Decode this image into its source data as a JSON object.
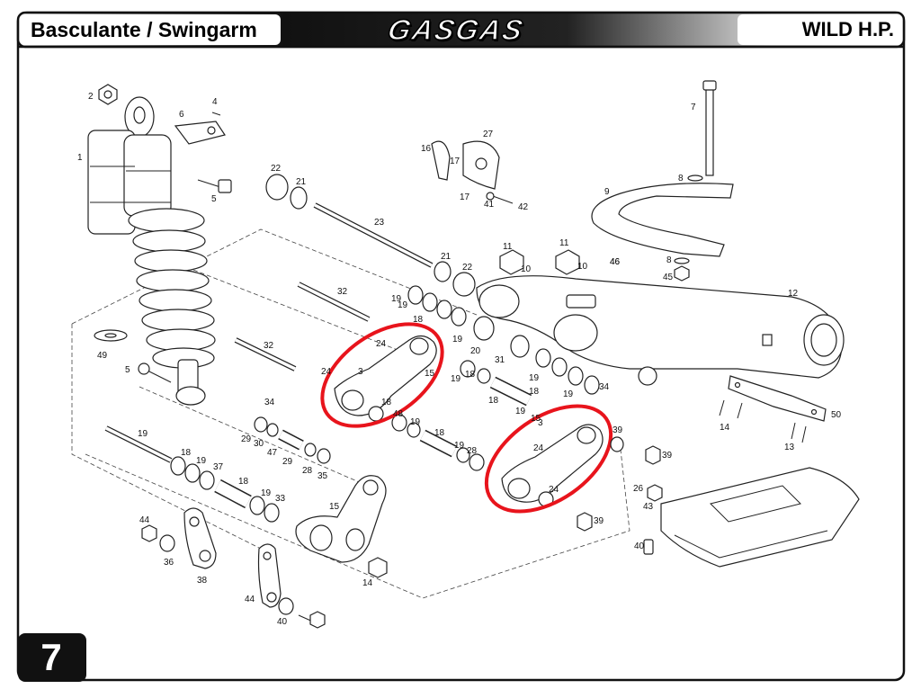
{
  "header": {
    "section_title": "Basculante / Swingarm",
    "brand_logo_text": "GASGAS",
    "model": "WILD H.P."
  },
  "page_number": "7",
  "highlight_color": "#e8141c",
  "labels": [
    {
      "id": "l1",
      "text": "1"
    },
    {
      "id": "l2",
      "text": "2"
    },
    {
      "id": "l4",
      "text": "4"
    },
    {
      "id": "l6",
      "text": "6"
    },
    {
      "id": "l5a",
      "text": "5"
    },
    {
      "id": "l22a",
      "text": "22"
    },
    {
      "id": "l21a",
      "text": "21"
    },
    {
      "id": "l23",
      "text": "23"
    },
    {
      "id": "l16",
      "text": "16"
    },
    {
      "id": "l17a",
      "text": "17"
    },
    {
      "id": "l27",
      "text": "27"
    },
    {
      "id": "l17b",
      "text": "17"
    },
    {
      "id": "l41",
      "text": "41"
    },
    {
      "id": "l42",
      "text": "42"
    },
    {
      "id": "l7",
      "text": "7"
    },
    {
      "id": "l8a",
      "text": "8"
    },
    {
      "id": "l9",
      "text": "9"
    },
    {
      "id": "l46a",
      "text": "46"
    },
    {
      "id": "l21b",
      "text": "21"
    },
    {
      "id": "l22b",
      "text": "22"
    },
    {
      "id": "l11a",
      "text": "11"
    },
    {
      "id": "l10a",
      "text": "10"
    },
    {
      "id": "l11b",
      "text": "11"
    },
    {
      "id": "l10b",
      "text": "10"
    },
    {
      "id": "l46b",
      "text": "46"
    },
    {
      "id": "l8b",
      "text": "8"
    },
    {
      "id": "l45",
      "text": "45"
    },
    {
      "id": "l12",
      "text": "12"
    },
    {
      "id": "l32a",
      "text": "32"
    },
    {
      "id": "l19a",
      "text": "19"
    },
    {
      "id": "l18a",
      "text": "18"
    },
    {
      "id": "l19b",
      "text": "19"
    },
    {
      "id": "l49",
      "text": "49"
    },
    {
      "id": "l32b",
      "text": "32"
    },
    {
      "id": "l24a",
      "text": "24"
    },
    {
      "id": "l3a",
      "text": "3"
    },
    {
      "id": "l15a",
      "text": "15"
    },
    {
      "id": "l20",
      "text": "20"
    },
    {
      "id": "l19c",
      "text": "19"
    },
    {
      "id": "l31",
      "text": "31"
    },
    {
      "id": "l5b",
      "text": "5"
    },
    {
      "id": "l24b",
      "text": "24"
    },
    {
      "id": "l19d",
      "text": "19"
    },
    {
      "id": "l18b",
      "text": "18"
    },
    {
      "id": "l19e",
      "text": "19"
    },
    {
      "id": "l18c",
      "text": "18"
    },
    {
      "id": "l19f",
      "text": "19"
    },
    {
      "id": "l34a",
      "text": "34"
    },
    {
      "id": "l18d",
      "text": "18"
    },
    {
      "id": "l19g",
      "text": "19"
    },
    {
      "id": "l15b",
      "text": "15"
    },
    {
      "id": "l18e",
      "text": "18"
    },
    {
      "id": "l19h",
      "text": "19"
    },
    {
      "id": "l48",
      "text": "48"
    },
    {
      "id": "l34b",
      "text": "34"
    },
    {
      "id": "l18f",
      "text": "18"
    },
    {
      "id": "l19i",
      "text": "19"
    },
    {
      "id": "l28a",
      "text": "28"
    },
    {
      "id": "l29a",
      "text": "29"
    },
    {
      "id": "l30",
      "text": "30"
    },
    {
      "id": "l47",
      "text": "47"
    },
    {
      "id": "l29b",
      "text": "29"
    },
    {
      "id": "l28b",
      "text": "28"
    },
    {
      "id": "l35",
      "text": "35"
    },
    {
      "id": "l19j",
      "text": "19"
    },
    {
      "id": "l18g",
      "text": "18"
    },
    {
      "id": "l19k",
      "text": "19"
    },
    {
      "id": "l37",
      "text": "37"
    },
    {
      "id": "l18h",
      "text": "18"
    },
    {
      "id": "l19l",
      "text": "19"
    },
    {
      "id": "l33",
      "text": "33"
    },
    {
      "id": "l15c",
      "text": "15"
    },
    {
      "id": "l3b",
      "text": "3"
    },
    {
      "id": "l24c",
      "text": "24"
    },
    {
      "id": "l24d",
      "text": "24"
    },
    {
      "id": "l39a",
      "text": "39"
    },
    {
      "id": "l39b",
      "text": "39"
    },
    {
      "id": "l39c",
      "text": "39"
    },
    {
      "id": "l14a",
      "text": "14"
    },
    {
      "id": "l14b",
      "text": "14"
    },
    {
      "id": "l13",
      "text": "13"
    },
    {
      "id": "l50",
      "text": "50"
    },
    {
      "id": "l26",
      "text": "26"
    },
    {
      "id": "l43",
      "text": "43"
    },
    {
      "id": "l40a",
      "text": "40"
    },
    {
      "id": "l44a",
      "text": "44"
    },
    {
      "id": "l36",
      "text": "36"
    },
    {
      "id": "l38",
      "text": "38"
    },
    {
      "id": "l44b",
      "text": "44"
    },
    {
      "id": "l40b",
      "text": "40"
    }
  ]
}
